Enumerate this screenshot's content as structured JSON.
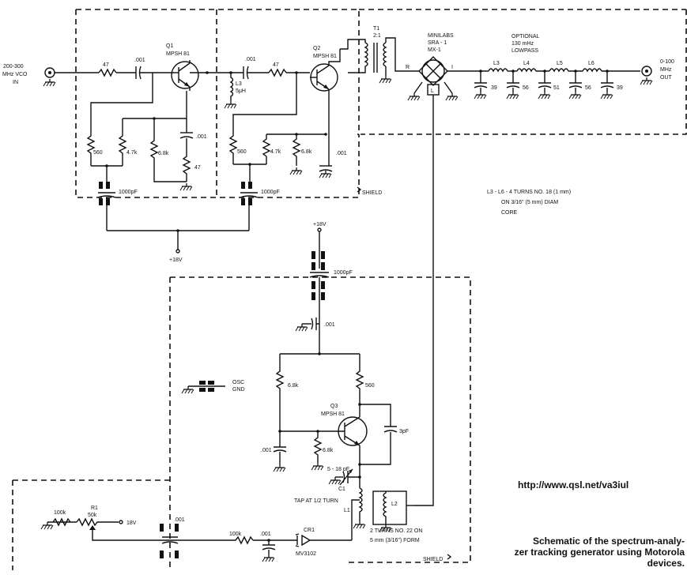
{
  "labels": {
    "vco_in_1": "200-300",
    "vco_in_2": "MHz VCO",
    "vco_in_3": "IN",
    "out_1": "0-100",
    "out_2": "MHz",
    "out_3": "OUT",
    "q1_ref": "Q1",
    "q1_type": "MPSH 81",
    "q2_ref": "Q2",
    "q2_type": "MPSH 81",
    "q3_ref": "Q3",
    "q3_type": "MPSH 81",
    "t1_ref": "T1",
    "t1_ratio": "2:1",
    "mixer_1": "MINILABS",
    "mixer_2": "SRA - 1",
    "mixer_3": "MX-1",
    "mixer_r": "R",
    "mixer_i": "I",
    "mixer_l": "L",
    "lpf_1": "OPTIONAL",
    "lpf_2": "130 mHz",
    "lpf_3": "LOWPASS",
    "l3": "L3",
    "l4": "L4",
    "l5": "L5",
    "l6": "L6",
    "c39a": "39",
    "c56a": "56",
    "c51": "51",
    "c56b": "56",
    "c39b": "39",
    "r47_in": "47",
    "c001_in": ".001",
    "c001_mid": ".001",
    "r47_mid": "47",
    "l3_choke_1": "L3",
    "l3_choke_2": "5μH",
    "r560_a": "560",
    "r47k_a": "4.7k",
    "r68k_a": "6.8k",
    "c001_e1": ".001",
    "r47_e1": "47",
    "r560_b": "560",
    "r47k_b": "4.7k",
    "r68k_b": "6.8k",
    "c001_e2": ".001",
    "ft1": "1000pF",
    "ft2": "1000pF",
    "shield_top": "SHIELD",
    "v18_top": "+18V",
    "v18_osc": "+18V",
    "ft_osc": "1000pF",
    "c001_osc": ".001",
    "coil_note_1": "L3 - L6 - 4 TURNS NO. 18 (1 mm)",
    "coil_note_2": "ON 3/16\" (5 mm) DIAM",
    "coil_note_3": "CORE",
    "osc_gnd_1": "OSC",
    "osc_gnd_2": "GND",
    "r68k_c": "6.8k",
    "r560_c": "560",
    "c3pf": "3pF",
    "c001_b": ".001",
    "r68k_d": "6.8k",
    "c1_val": "5 - 18 pF",
    "c1_ref": "C1",
    "tap": "TAP AT 1/2 TURN",
    "l1_ref": "L1",
    "l2_ref": "L2",
    "l2_note_1": "2 TURNS NO. 22 ON",
    "l2_note_2": "5 mm (3/16\") FORM",
    "r100k": "100k",
    "r1_ref": "R1",
    "r1_val": "50k",
    "v18_bot": "18V",
    "c001_ft": ".001",
    "r100k_b": "100k",
    "c001_g": ".001",
    "cr1": "CR1",
    "cr1_type": "MV3102",
    "shield_bot": "SHIELD"
  },
  "url": "http://www.qsl.net/va3iul",
  "caption_lines": [
    "Schematic of the spectrum-analy-",
    "zer tracking generator using Motorola",
    "devices."
  ]
}
